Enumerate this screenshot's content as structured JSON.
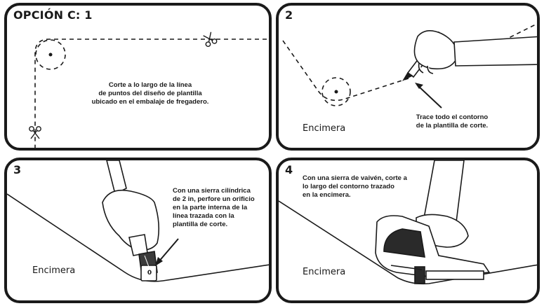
{
  "panel1": {
    "step_label": "OPCIÓN C: 1",
    "caption_lines": [
      "Corte a lo largo de la línea",
      "de puntos del diseño de plantilla",
      "ubicado en el embalaje de fregadero."
    ],
    "icons": [
      "scissors-icon",
      "scissors-icon"
    ]
  },
  "panel2": {
    "step_label": "2",
    "caption_lines": [
      "Trace todo el contorno",
      "de la plantilla de corte."
    ],
    "surface_label": "Encimera"
  },
  "panel3": {
    "step_label": "3",
    "caption_lines": [
      "Con una sierra cilíndrica",
      "de 2 in, perfore un orificio",
      "en la parte interna de la",
      "línea trazada con la",
      "plantilla de corte."
    ],
    "surface_label": "Encimera",
    "tool_mark": "0"
  },
  "panel4": {
    "step_label": "4",
    "caption_lines": [
      "Con una sierra de vaivén, corte a",
      "lo largo del contorno trazado",
      "en la encimera."
    ],
    "surface_label": "Encimera"
  }
}
